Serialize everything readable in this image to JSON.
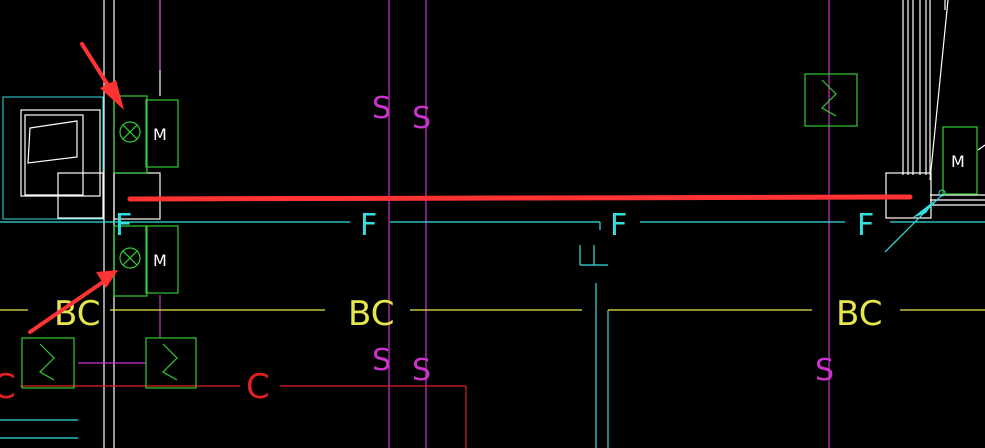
{
  "colors": {
    "background": "#000000",
    "white": "#ffffff",
    "cyan": "#33e0e0",
    "yellow": "#e6e64d",
    "magenta": "#cc33cc",
    "red": "#e02020",
    "green": "#33cc33",
    "highlight": "#ff3333"
  },
  "labels": {
    "motor": "M",
    "supply_duct": "F",
    "return_duct": "BC",
    "drain": "S",
    "condensate": "C"
  },
  "icons": {
    "valve": "circle-cross-icon",
    "damper": "zigzag-box-icon",
    "annotation": "red-arrow-icon"
  }
}
